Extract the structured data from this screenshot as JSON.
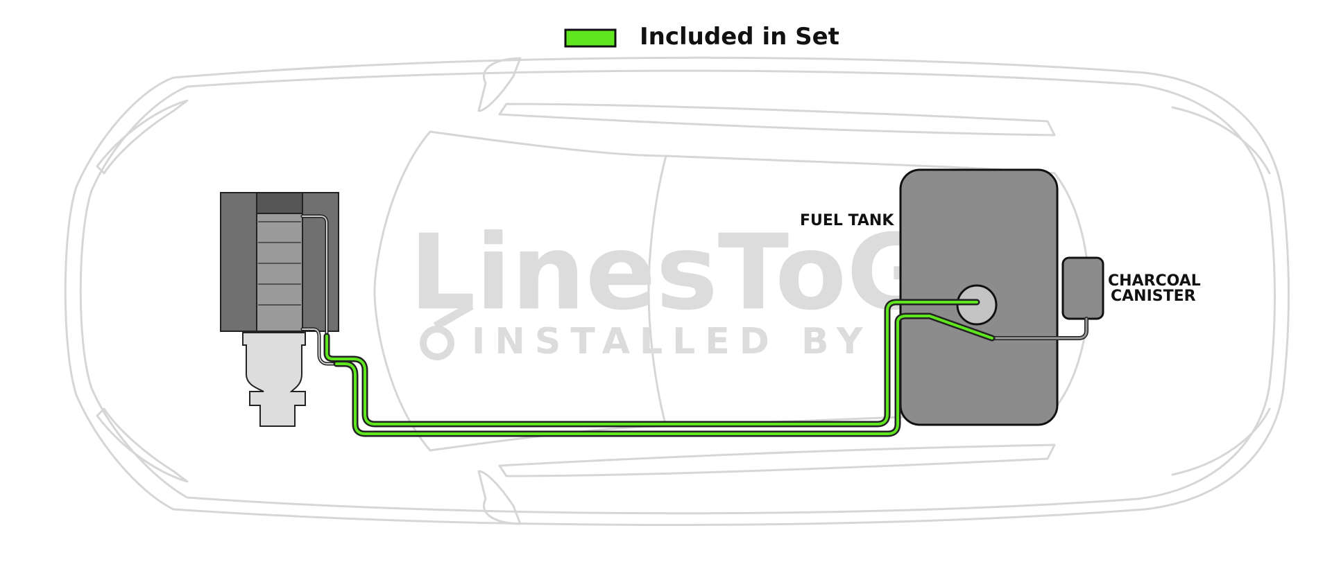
{
  "legend": {
    "label": "Included in Set",
    "swatch_color": "#5fe61e"
  },
  "watermark": {
    "line1": "LinesToGo",
    "line2": "INSTALLED BY AL"
  },
  "labels": {
    "fuel_tank": "FUEL TANK",
    "charcoal_canister_line1": "CHARCOAL",
    "charcoal_canister_line2": "CANISTER"
  },
  "colors": {
    "included_line": "#5fe61e",
    "car_outline": "#d6d6d6",
    "fuel_tank": "#8c8c8c",
    "engine": "#6e6e6e",
    "line_outline": "#333333"
  },
  "icons": {
    "watermark_logo": "wrench-gear-icon"
  }
}
